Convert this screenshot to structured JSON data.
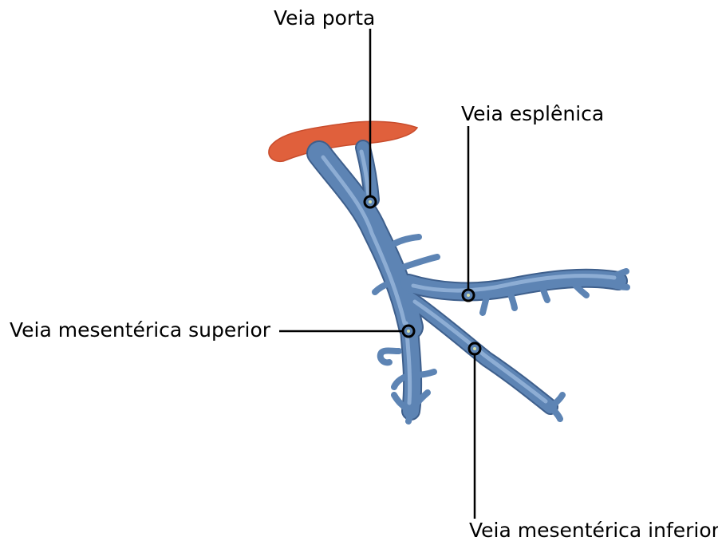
{
  "labels": {
    "portal_vein": "Veia porta",
    "splenic_vein": "Veia esplênica",
    "superior_mesenteric_vein": "Veia mesentérica superior",
    "inferior_mesenteric_vein": "Veia mesentérica inferior"
  },
  "colors": {
    "vein_fill": "#5d84b4",
    "vein_highlight": "#9ab8dc",
    "vein_shadow": "#3e5f8c",
    "liver_fill": "#e0603c",
    "leader_line": "#000000",
    "marker_center": "#d8e0a8"
  }
}
